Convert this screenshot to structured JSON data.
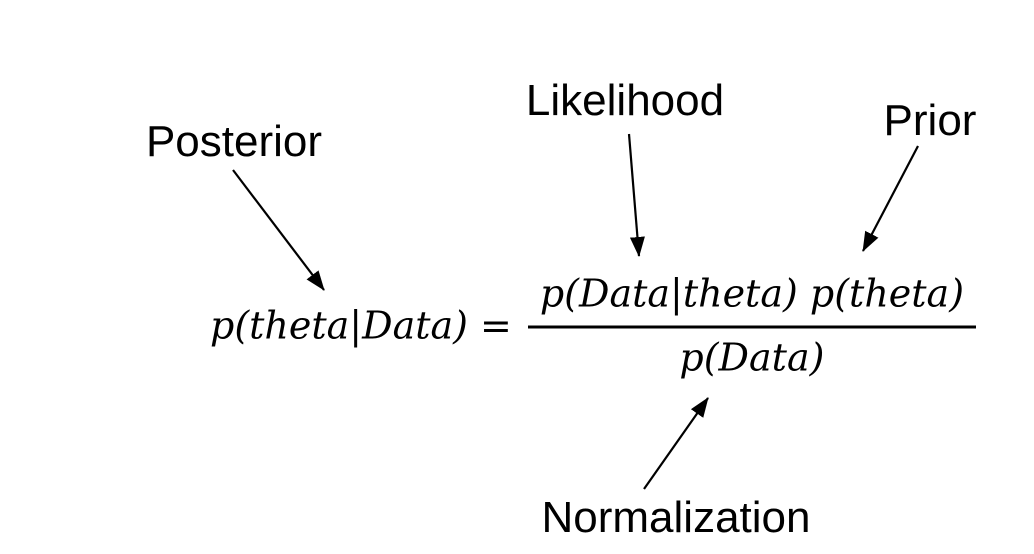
{
  "diagram": {
    "background": "#ffffff",
    "ink": "#000000",
    "annotations": {
      "posterior": "Posterior",
      "likelihood": "Likelihood",
      "prior": "Prior",
      "normalization": "Normalization"
    },
    "equation": {
      "lhs": "p(theta|Data)",
      "equals": "=",
      "numerator": "p(Data|theta) p(theta)",
      "denominator": "p(Data)"
    }
  }
}
